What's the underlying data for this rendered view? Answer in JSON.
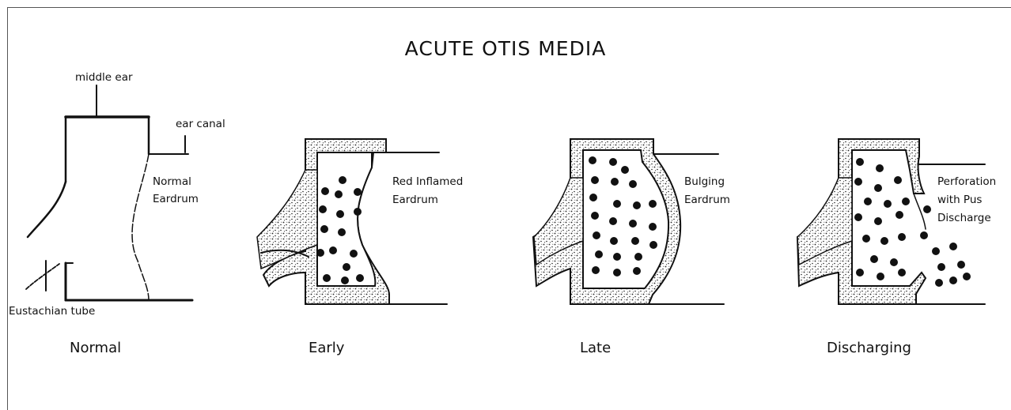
{
  "title": "ACUTE OTIS MEDIA",
  "labels": {
    "middle_ear": "middle ear",
    "ear_canal": "ear canal",
    "normal_eardrum": [
      "Normal",
      "Eardrum"
    ],
    "eustachian_tube": "Eustachian tube",
    "red_inflamed": [
      "Red Inflamed",
      "Eardrum"
    ],
    "bulging": [
      "Bulging",
      "Eardrum"
    ],
    "perforation": [
      "Perforation",
      "with Pus",
      "Discharge"
    ]
  },
  "stages": [
    "Normal",
    "Early",
    "Late",
    "Discharging"
  ]
}
